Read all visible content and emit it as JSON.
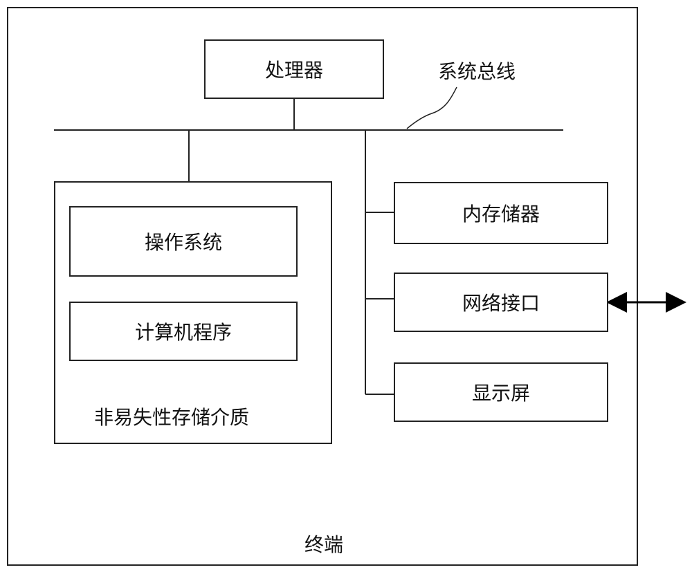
{
  "diagram": {
    "terminal_label": "终端",
    "processor_label": "处理器",
    "system_bus_label": "系统总线",
    "storage_group_label": "非易失性存储介质",
    "os_label": "操作系统",
    "program_label": "计算机程序",
    "memory_label": "内存储器",
    "network_label": "网络接口",
    "display_label": "显示屏"
  }
}
